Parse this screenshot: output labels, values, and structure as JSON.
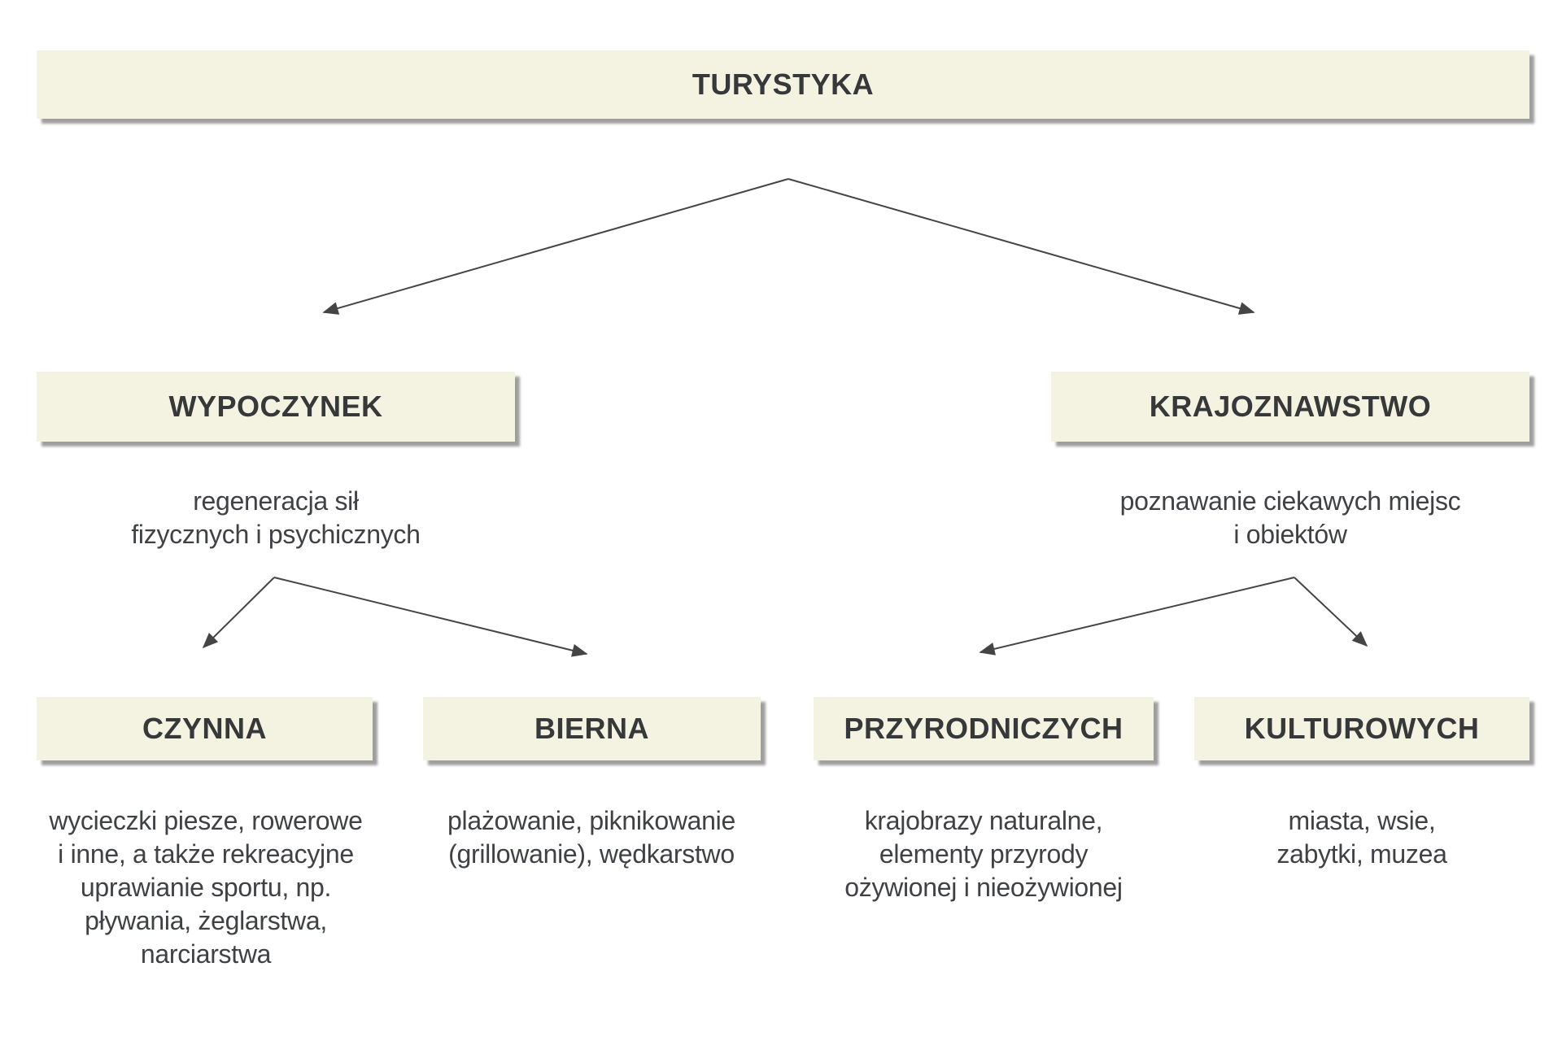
{
  "title": {
    "label": "TURYSTYKA"
  },
  "nodes": {
    "wypoczynek": {
      "label": "WYPOCZYNEK",
      "description": "regeneracja sił\nfizycznych i psychicznych"
    },
    "krajoznawstwo": {
      "label": "KRAJOZNAWSTWO",
      "description": "poznawanie ciekawych miejsc\ni obiektów"
    },
    "czynna": {
      "label": "CZYNNA",
      "description": "wycieczki piesze, rowerowe\ni inne, a także rekreacyjne\nuprawianie sportu, np.\npływania, żeglarstwa,\nnarciarstwa"
    },
    "bierna": {
      "label": "BIERNA",
      "description": "plażowanie, piknikowanie\n(grillowanie), wędkarstwo"
    },
    "przyrodniczych": {
      "label": "PRZYRODNICZYCH",
      "description": "krajobrazy naturalne,\nelementy przyrody\nożywionej i nieożywionej"
    },
    "kulturowych": {
      "label": "KULTUROWYCH",
      "description": "miasta, wsie,\nzabytki, muzea"
    }
  },
  "colors": {
    "box_background": "#f4f2e0",
    "label_text": "#36383a",
    "description_text": "#3f4145",
    "arrow": "#454545",
    "page_background": "#ffffff"
  }
}
